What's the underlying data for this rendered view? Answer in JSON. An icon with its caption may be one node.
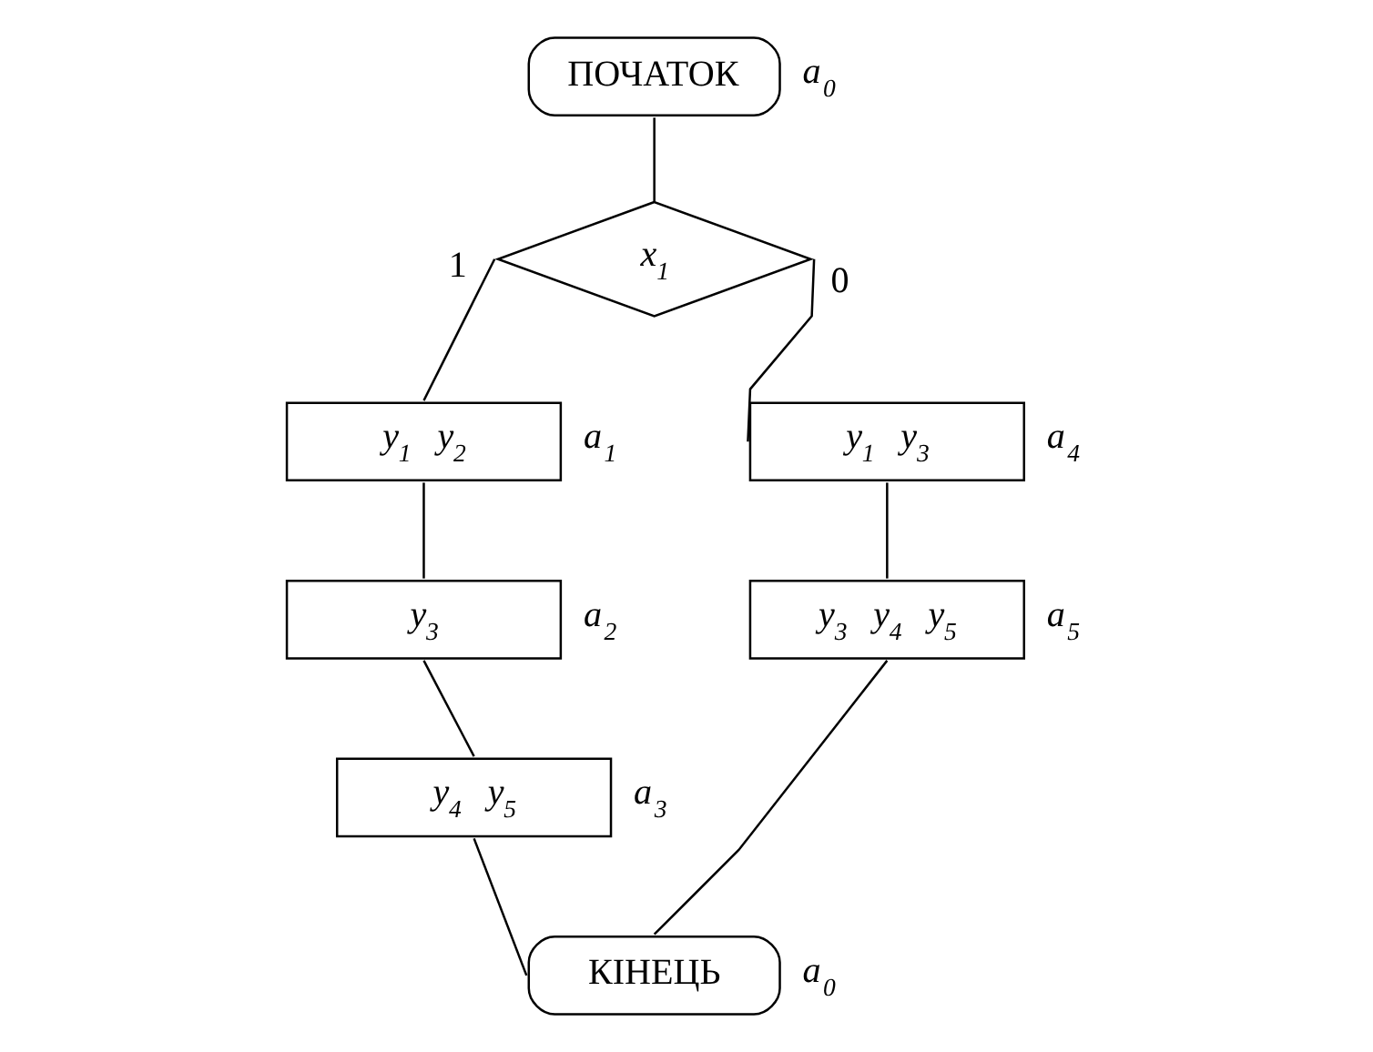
{
  "diagram": {
    "nodes": [
      {
        "text": [
          "ПОЧАТОК"
        ],
        "beside": [
          "a$_{0}$"
        ]
      },
      {
        "text": [
          "x$_{1}$"
        ]
      },
      {
        "text": [
          "y$_{1}$ y$_{2}$"
        ],
        "beside": [
          "a$_{1}$"
        ]
      },
      {
        "text": [
          "y$_{3}$"
        ],
        "beside": [
          "a$_{2}$"
        ]
      },
      {
        "text": [
          "y$_{4}$ y$_{5}$"
        ],
        "beside": [
          "a$_{3}$"
        ]
      },
      {
        "text": [
          "y$_{1}$ y$_{3}$"
        ],
        "beside": [
          "a$_{4}$"
        ]
      },
      {
        "text": [
          "y$_{3}$ y$_{4}$ y$_{5}$"
        ],
        "beside": [
          "a$_{5}$"
        ]
      },
      {
        "text": [
          "КІНЕЦЬ"
        ],
        "beside": [
          "a$_{0}$"
        ]
      }
    ],
    "edges": [
      {
        "from": 0,
        "to": 1,
        "arrow": "none"
      },
      {
        "from": 1,
        "to": 2,
        "arrow": "none",
        "label": "1"
      },
      {
        "from": 2,
        "to": 3,
        "arrow": "none"
      },
      {
        "from": 3,
        "to": 4,
        "arrow": "none"
      },
      {
        "from": 1,
        "to": 5,
        "arrow": "none",
        "label": "0"
      },
      {
        "from": 5,
        "to": 6,
        "arrow": "none"
      },
      {
        "from": 4,
        "to": 7,
        "arrow": "none"
      },
      {
        "from": 6,
        "to": 7,
        "arrow": "none"
      }
    ]
  }
}
